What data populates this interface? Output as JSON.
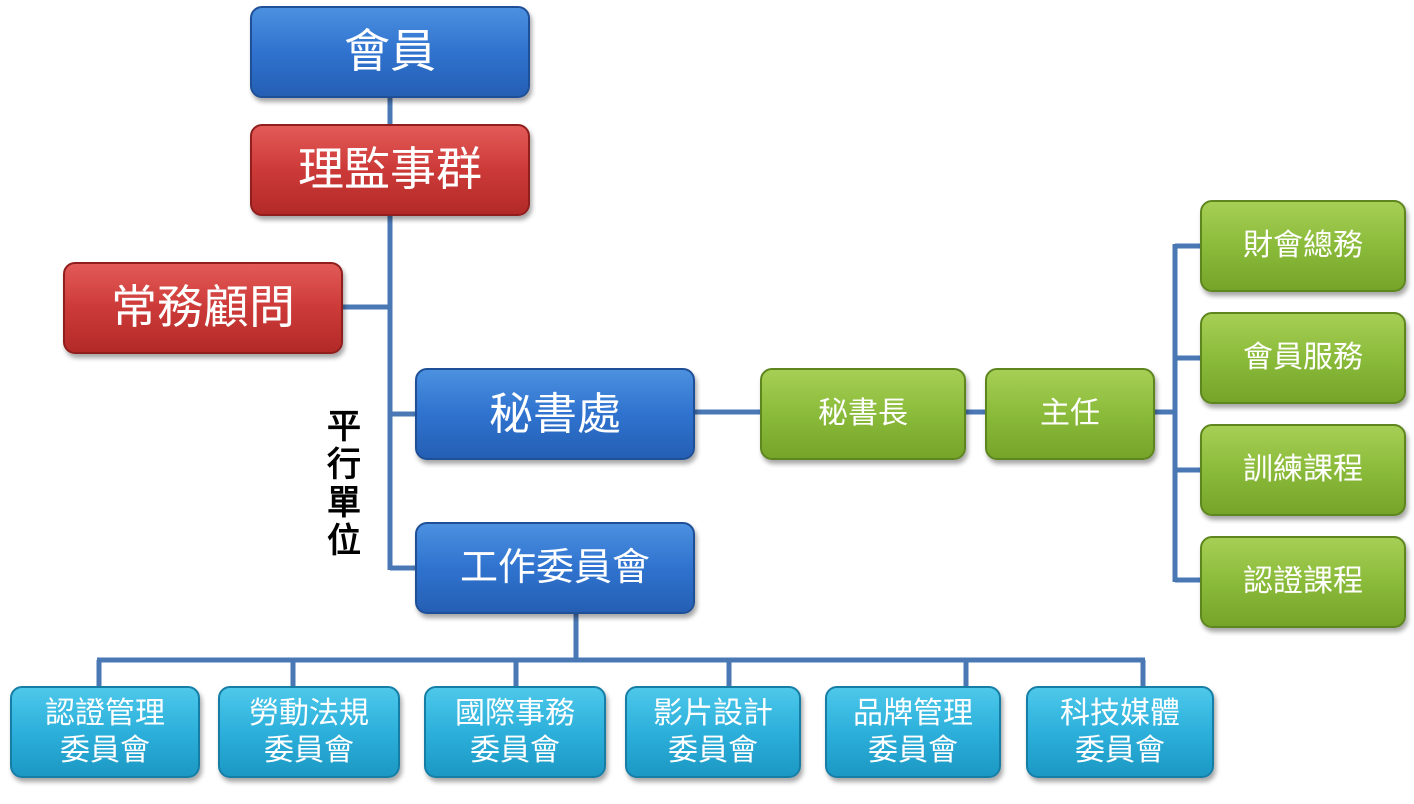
{
  "diagram": {
    "nodes": {
      "members": "會員",
      "board": "理監事群",
      "advisors": "常務顧問",
      "secretariat": "秘書處",
      "committee": "工作委員會",
      "secretary_general": "秘書長",
      "director": "主任",
      "finance": "財會總務",
      "member_services": "會員服務",
      "training": "訓練課程",
      "certification_courses": "認證課程",
      "sub_committees": [
        "認證管理\n委員會",
        "勞動法規\n委員會",
        "國際事務\n委員會",
        "影片設計\n委員會",
        "品牌管理\n委員會",
        "科技媒體\n委員會"
      ]
    },
    "parallel_label": "平行單位",
    "colors": {
      "line": "#4a78b5",
      "blue": "#2f73cf",
      "red": "#cc3a38",
      "green": "#8bbb3a",
      "cyan": "#2cb0db"
    }
  }
}
